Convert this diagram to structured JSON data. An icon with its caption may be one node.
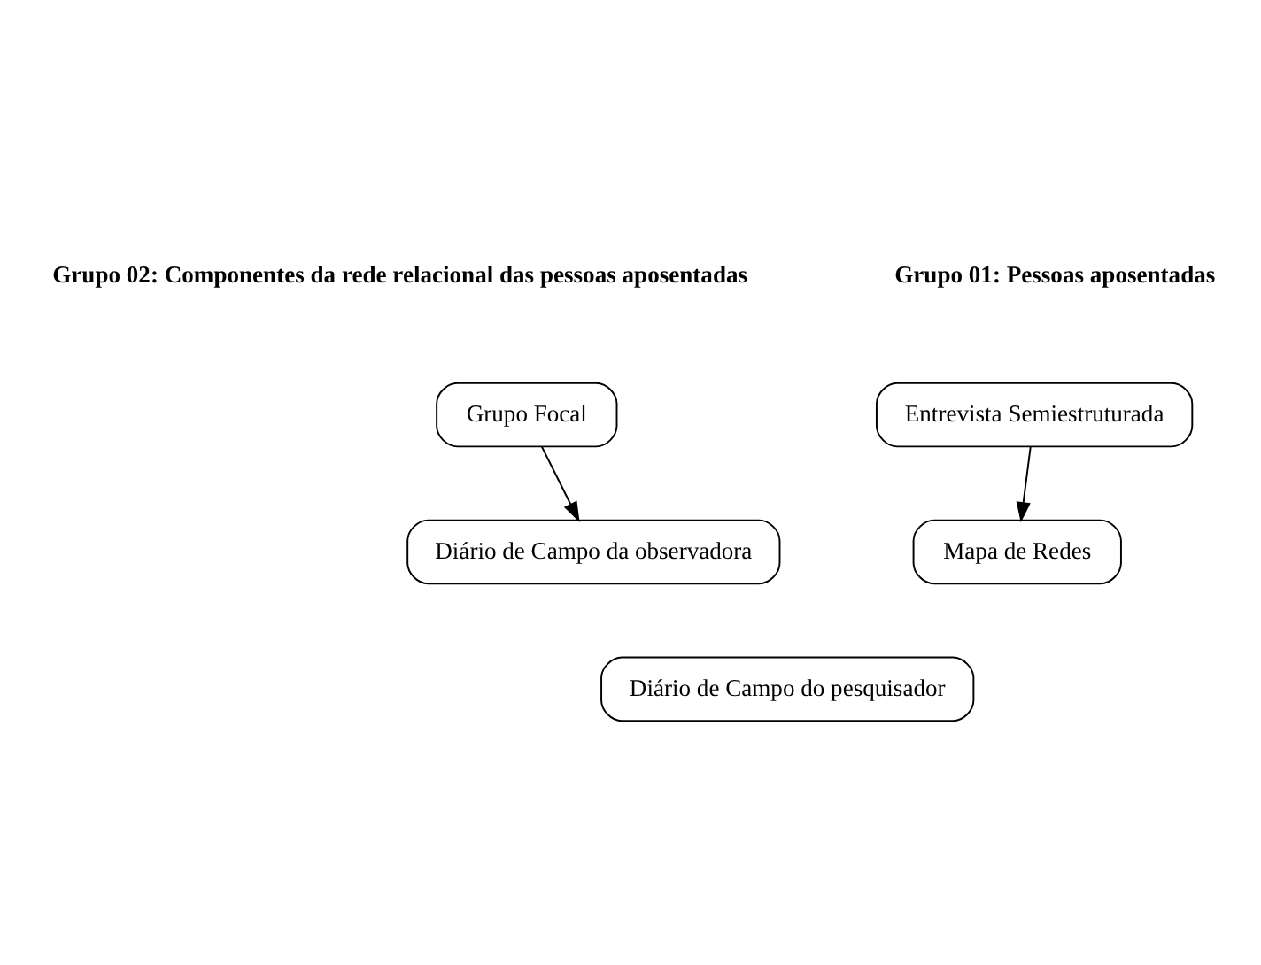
{
  "diagram": {
    "nodes": [
      {
        "text": [
          "Entrevista Semiestruturada"
        ]
      },
      {
        "text": [
          "Mapa de Redes"
        ]
      },
      {
        "text": [
          "Grupo Focal"
        ]
      },
      {
        "text": [
          "Diário de Campo da observadora"
        ]
      },
      {
        "text": [
          "Diário de Campo do pesquisador"
        ]
      }
    ],
    "edges": [
      {
        "from": 0,
        "to": 1,
        "arrow": "to"
      },
      {
        "from": 2,
        "to": 3,
        "arrow": "to"
      }
    ],
    "labels": [
      "Grupo 01: Pessoas aposentadas",
      "Grupo 02: Componentes da rede relacional das pessoas aposentadas"
    ]
  }
}
